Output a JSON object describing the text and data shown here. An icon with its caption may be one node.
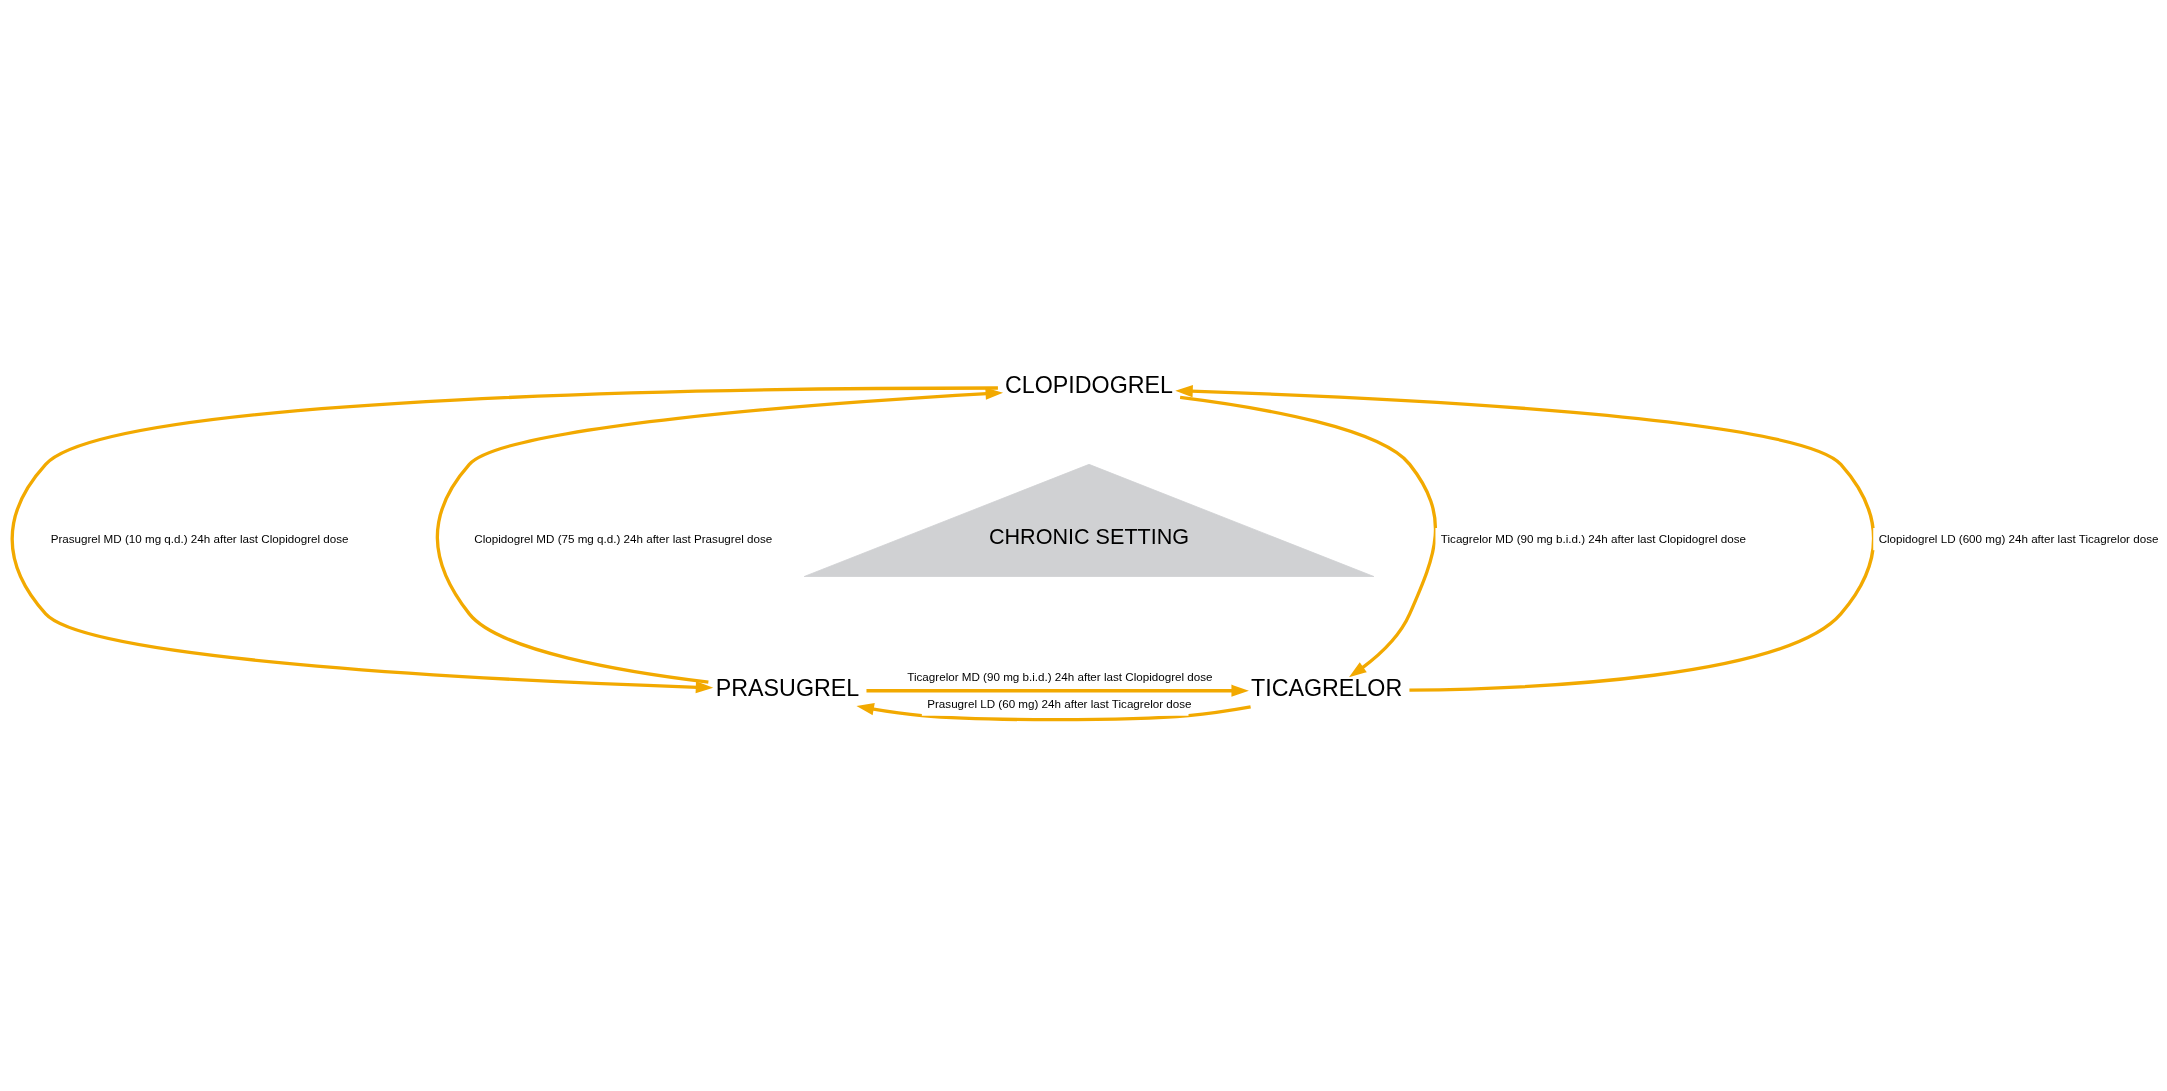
{
  "diagram": {
    "nodes": [
      {
        "text": [
          "CLOPIDOGREL"
        ]
      },
      {
        "text": [
          "PRASUGREL"
        ]
      },
      {
        "text": [
          "TICAGRELOR"
        ]
      },
      {
        "text": [
          "CHRONIC SETTING"
        ]
      }
    ],
    "edges": [
      {
        "from": 0,
        "to": 1,
        "arrow": "to",
        "label": "Prasugrel MD (10 mg q.d.) 24h after last Clopidogrel dose"
      },
      {
        "from": 1,
        "to": 0,
        "arrow": "to",
        "label": "Clopidogrel MD (75 mg q.d.) 24h after last Prasugrel dose"
      },
      {
        "from": 2,
        "to": 0,
        "arrow": "to",
        "label": "Clopidogrel LD (600 mg) 24h after last Ticagrelor dose"
      },
      {
        "from": 0,
        "to": 2,
        "arrow": "to",
        "label": "Ticagrelor MD (90 mg b.i.d.) 24h after last Clopidogrel dose"
      },
      {
        "from": 1,
        "to": 2,
        "arrow": "to",
        "label": "Ticagrelor MD (90 mg b.i.d.) 24h after last Clopidogrel dose"
      },
      {
        "from": 2,
        "to": 1,
        "arrow": "to",
        "label": "Prasugrel LD (60 mg) 24h after last Ticagrelor dose"
      }
    ]
  }
}
